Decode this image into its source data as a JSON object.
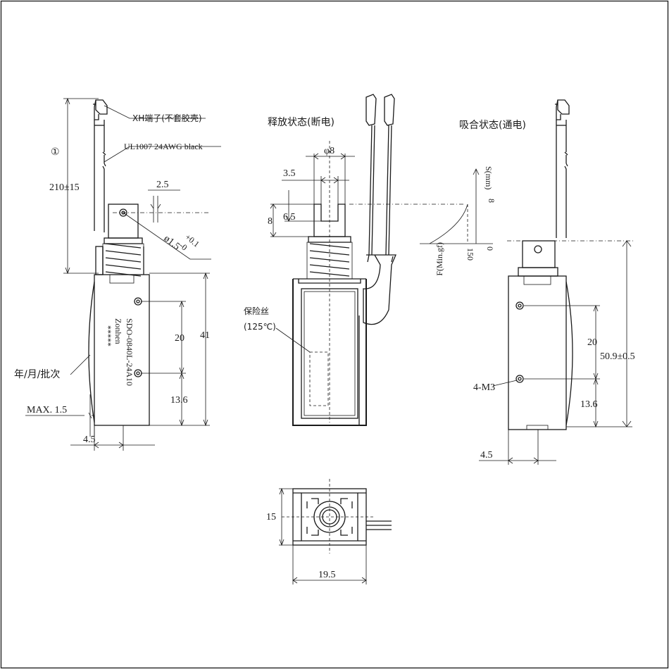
{
  "labels": {
    "xh_terminal": "XH端子(不套胶壳)",
    "wire": "UL1007 24AWG black",
    "circle_mark": "①",
    "length_210": "210±15",
    "dim_2_5": "2.5",
    "dim_phi15_main": "ø1.5",
    "dim_phi15_tol_plus": "+0.1",
    "dim_phi15_tol_minus": "-0",
    "dim_41": "41",
    "dim_20_left": "20",
    "dim_136_left": "13.6",
    "date_batch": "年/月/批次",
    "max_15": "MAX. 1.5",
    "dim_45_left": "4.5",
    "label_model": "SDO-0840L-24A10",
    "label_brand": "Zonhen",
    "label_stars": "*****",
    "release_state": "释放状态(断电)",
    "dim_phi8": "φ8",
    "dim_35": "3.5",
    "dim_65": "6.5",
    "dim_8_mid": "8",
    "fuse": "保险丝",
    "fuse_temp": "(125℃)",
    "curve_s_axis": "S(mm)",
    "curve_8": "8",
    "curve_150": "150",
    "curve_0": "0",
    "curve_f_axis": "F(Min.gf)",
    "attract_state": "吸合状态(通电)",
    "dim_20_right": "20",
    "dim_509": "50.9±0.5",
    "dim_m3": "4-M3",
    "dim_136_right": "13.6",
    "dim_45_right": "4.5",
    "dim_15_bottom": "15",
    "dim_195": "19.5"
  }
}
